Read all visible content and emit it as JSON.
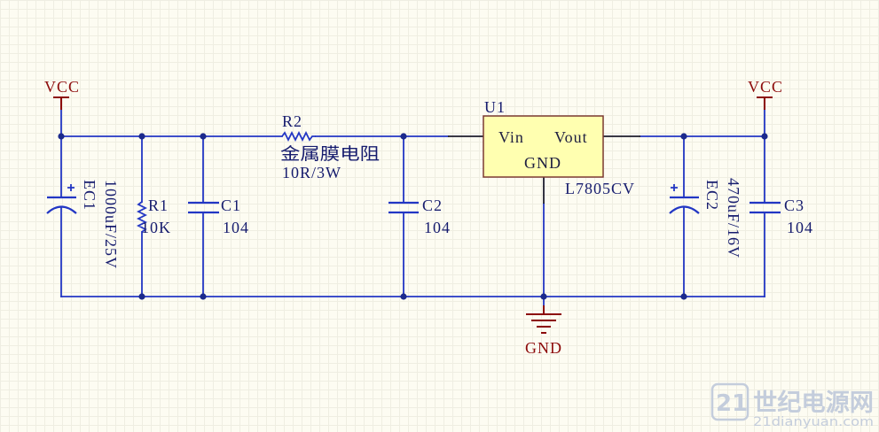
{
  "power_ports": {
    "vcc_left": "VCC",
    "vcc_right": "VCC",
    "gnd": "GND"
  },
  "components": {
    "ec1": {
      "designator": "EC1",
      "value": "1000uF/25V"
    },
    "r1": {
      "designator": "R1",
      "value": "10K"
    },
    "c1": {
      "designator": "C1",
      "value": "104"
    },
    "r2": {
      "designator": "R2",
      "description": "金属膜电阻",
      "value": "10R/3W"
    },
    "c2": {
      "designator": "C2",
      "value": "104"
    },
    "u1": {
      "designator": "U1",
      "part": "L7805CV",
      "pin_vin": "Vin",
      "pin_vout": "Vout",
      "pin_gnd": "GND"
    },
    "ec2": {
      "designator": "EC2",
      "value": "470uF/16V"
    },
    "c3": {
      "designator": "C3",
      "value": "104"
    }
  },
  "watermark": {
    "logo_number": "21",
    "brand": "世纪电源网",
    "site": "21dianyuan.com"
  },
  "colors": {
    "background": "#fdfcf2",
    "grid": "#efeee2",
    "wire": "#2236c4",
    "junction": "#1c2a8c",
    "label": "#161c6e",
    "power": "#8c0a0a",
    "ic_fill": "#ffffb0",
    "ic_border": "#7c3a32",
    "pin": "#1d1d2e",
    "watermark": "#c4cddc"
  }
}
